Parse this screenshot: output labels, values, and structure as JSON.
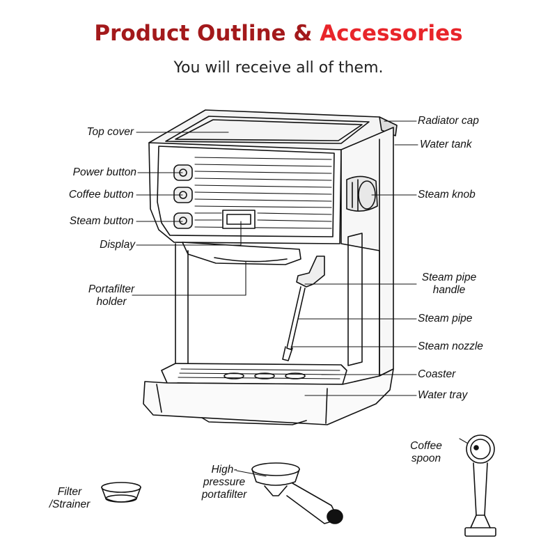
{
  "heading": {
    "part1": "Product Outline & ",
    "part2": "Accessories",
    "subtitle": "You will receive all of them.",
    "color1": "#a3191b",
    "color2": "#e8252a"
  },
  "labels": {
    "top_cover": "Top cover",
    "power_button": "Power button",
    "coffee_button": "Coffee button",
    "steam_button": "Steam button",
    "display": "Display",
    "portafilter_holder_1": "Portafilter",
    "portafilter_holder_2": "holder",
    "radiator_cap": "Radiator cap",
    "water_tank": "Water tank",
    "steam_knob": "Steam knob",
    "steam_pipe_handle_1": "Steam pipe",
    "steam_pipe_handle_2": "handle",
    "steam_pipe": "Steam pipe",
    "steam_nozzle": "Steam nozzle",
    "coaster": "Coaster",
    "water_tray": "Water tray"
  },
  "accessories": {
    "filter_1": "Filter",
    "filter_2": "/Strainer",
    "portafilter_1": "High-",
    "portafilter_2": "pressure",
    "portafilter_3": "portafilter",
    "spoon_1": "Coffee",
    "spoon_2": "spoon"
  }
}
